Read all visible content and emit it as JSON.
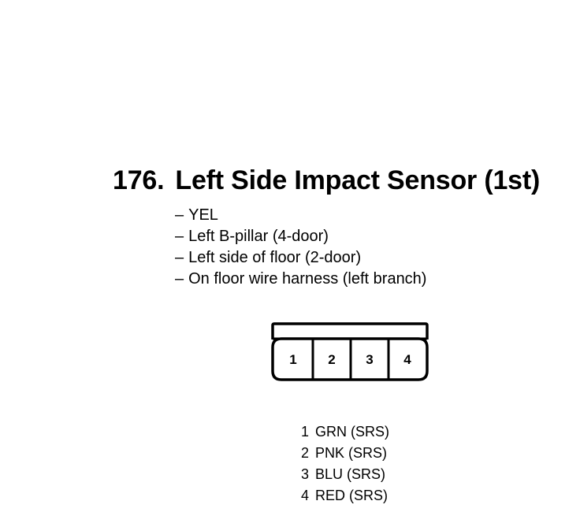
{
  "section": {
    "number": "176.",
    "title": "Left Side Impact Sensor (1st)"
  },
  "details": [
    {
      "dash": "–",
      "text": "YEL"
    },
    {
      "dash": "–",
      "text": "Left B-pillar (4-door)"
    },
    {
      "dash": "–",
      "text": "Left side of floor (2-door)"
    },
    {
      "dash": "–",
      "text": "On floor wire harness (left branch)"
    }
  ],
  "connector": {
    "terminals": [
      "1",
      "2",
      "3",
      "4"
    ]
  },
  "pins": [
    {
      "no": "1",
      "desc": "GRN (SRS)"
    },
    {
      "no": "2",
      "desc": "PNK (SRS)"
    },
    {
      "no": "3",
      "desc": "BLU (SRS)"
    },
    {
      "no": "4",
      "desc": "RED (SRS)"
    }
  ]
}
